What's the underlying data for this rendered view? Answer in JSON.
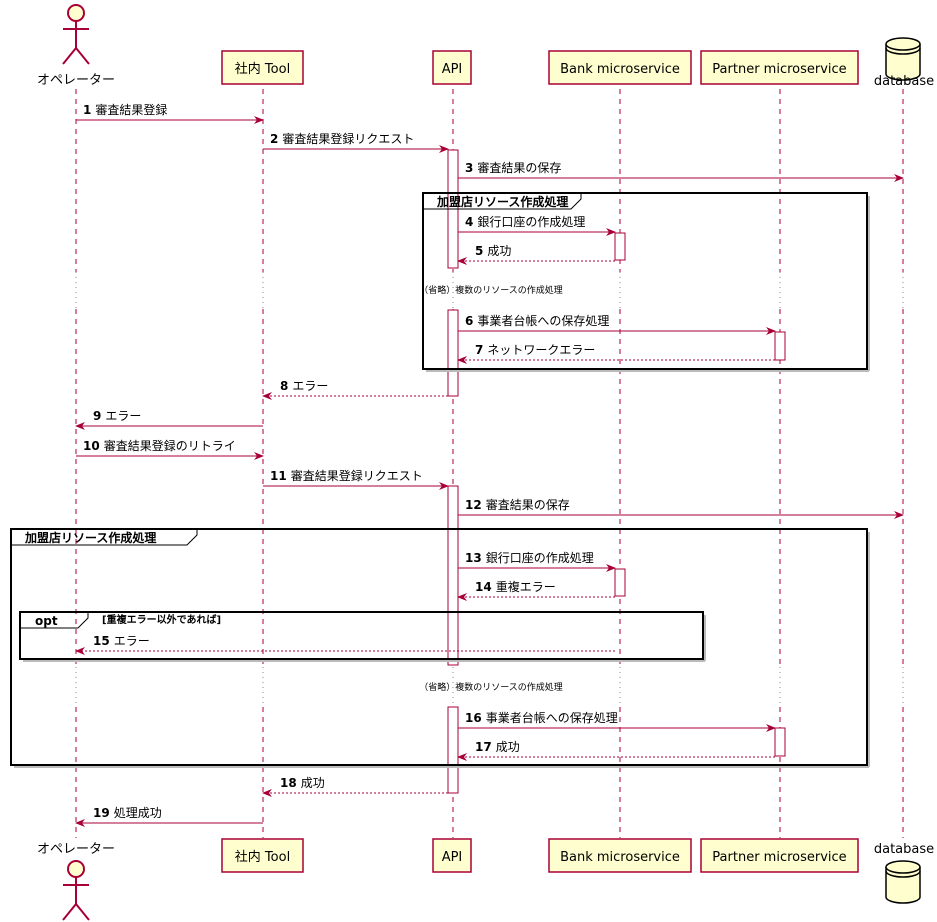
{
  "participants": {
    "operator": {
      "label": "オペレーター",
      "type": "actor"
    },
    "tool": {
      "label": "社内 Tool",
      "type": "participant"
    },
    "api": {
      "label": "API",
      "type": "participant"
    },
    "bank": {
      "label": "Bank microservice",
      "type": "participant"
    },
    "partner": {
      "label": "Partner microservice",
      "type": "participant"
    },
    "database": {
      "label": "database",
      "type": "database"
    }
  },
  "colors": {
    "participant_fill": "#FEFECE",
    "participant_border": "#A80036",
    "arrow": "#A80036",
    "frame_border": "#000000"
  },
  "messages": [
    {
      "num": "1",
      "text": "審査結果登録",
      "from": "operator",
      "to": "tool",
      "style": "solid"
    },
    {
      "num": "2",
      "text": "審査結果登録リクエスト",
      "from": "tool",
      "to": "api",
      "style": "solid"
    },
    {
      "num": "3",
      "text": "審査結果の保存",
      "from": "api",
      "to": "database",
      "style": "solid"
    },
    {
      "num": "4",
      "text": "銀行口座の作成処理",
      "from": "api",
      "to": "bank",
      "style": "solid"
    },
    {
      "num": "5",
      "text": "成功",
      "from": "bank",
      "to": "api",
      "style": "dashed"
    },
    {
      "num": "6",
      "text": "事業者台帳への保存処理",
      "from": "api",
      "to": "partner",
      "style": "solid"
    },
    {
      "num": "7",
      "text": "ネットワークエラー",
      "from": "partner",
      "to": "api",
      "style": "dashed"
    },
    {
      "num": "8",
      "text": "エラー",
      "from": "api",
      "to": "tool",
      "style": "dashed"
    },
    {
      "num": "9",
      "text": "エラー",
      "from": "tool",
      "to": "operator",
      "style": "solid"
    },
    {
      "num": "10",
      "text": "審査結果登録のリトライ",
      "from": "operator",
      "to": "tool",
      "style": "solid"
    },
    {
      "num": "11",
      "text": "審査結果登録リクエスト",
      "from": "tool",
      "to": "api",
      "style": "solid"
    },
    {
      "num": "12",
      "text": "審査結果の保存",
      "from": "api",
      "to": "database",
      "style": "solid"
    },
    {
      "num": "13",
      "text": "銀行口座の作成処理",
      "from": "api",
      "to": "bank",
      "style": "solid"
    },
    {
      "num": "14",
      "text": "重複エラー",
      "from": "bank",
      "to": "api",
      "style": "dashed"
    },
    {
      "num": "15",
      "text": "エラー",
      "from": "bank",
      "to": "operator",
      "style": "dashed"
    },
    {
      "num": "16",
      "text": "事業者台帳への保存処理",
      "from": "api",
      "to": "partner",
      "style": "solid"
    },
    {
      "num": "17",
      "text": "成功",
      "from": "partner",
      "to": "api",
      "style": "dashed"
    },
    {
      "num": "18",
      "text": "成功",
      "from": "api",
      "to": "tool",
      "style": "dashed"
    },
    {
      "num": "19",
      "text": "処理成功",
      "from": "tool",
      "to": "operator",
      "style": "solid"
    }
  ],
  "frames": [
    {
      "title": "加盟店リソース作成処理",
      "guard": ""
    },
    {
      "title": "加盟店リソース作成処理",
      "guard": ""
    },
    {
      "title": "opt",
      "guard": "[重複エラー以外であれば]"
    }
  ],
  "dividers": [
    {
      "text": "（省略）複数のリソースの作成処理"
    },
    {
      "text": "（省略）複数のリソースの作成処理"
    }
  ]
}
